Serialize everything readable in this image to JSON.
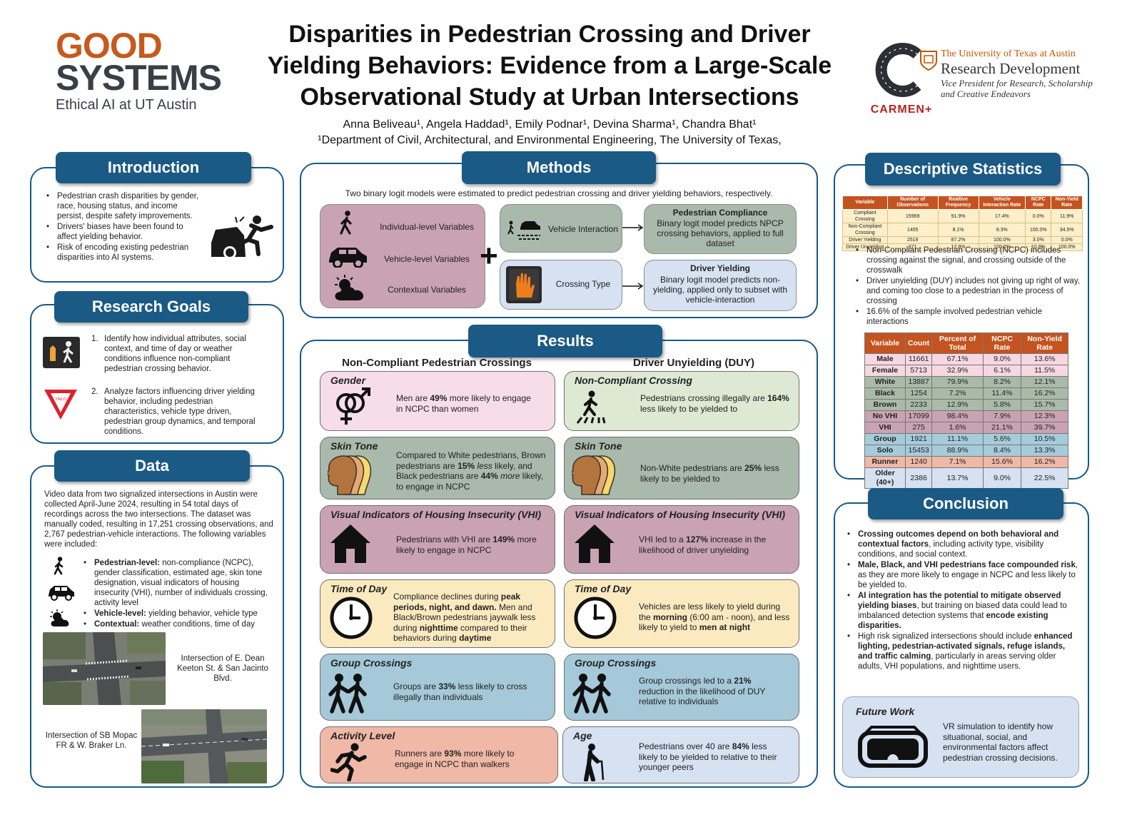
{
  "header": {
    "logo_left": {
      "line1": "GOOD",
      "line2": "SYSTEMS",
      "line3": "Ethical AI at UT Austin"
    },
    "title_lines": [
      "Disparities in Pedestrian Crossing and Driver",
      "Yielding Behaviors: Evidence from a Large-Scale",
      "Observational Study at Urban Intersections"
    ],
    "authors": "Anna Beliveau¹, Angela Haddad¹, Emily Podnar¹, Devina Sharma¹, Chandra Bhat¹",
    "affiliation": "¹Department of Civil, Architectural, and Environmental Engineering, The University of Texas,",
    "logo_carmen": "CARMEN+",
    "logo_ut": {
      "line1": "The University of Texas at Austin",
      "line2": "Research Development",
      "line3": "Vice President for Research, Scholarship",
      "line4": "and Creative Endeavors"
    }
  },
  "introduction": {
    "heading": "Introduction",
    "bullets": [
      "Pedestrian crash disparities by gender, race, housing status, and income persist, despite safety improvements.",
      "Drivers' biases have been found to affect yielding behavior.",
      "Risk of encoding existing pedestrian disparities into AI systems."
    ]
  },
  "research_goals": {
    "heading": "Research Goals",
    "goals": [
      {
        "num": "1.",
        "text": "Identify how individual attributes, social context, and time of day or weather conditions influence non-compliant pedestrian crossing behavior."
      },
      {
        "num": "2.",
        "text": "Analyze factors influencing driver yielding behavior, including pedestrian characteristics, vehicle type driven, pedestrian group dynamics, and temporal conditions."
      }
    ],
    "yield_sign_text": "YIELD"
  },
  "data": {
    "heading": "Data",
    "intro": "Video data from two signalized intersections in Austin were collected April-June 2024, resulting in 54 total days of recordings across the two intersections. The dataset was manually coded, resulting in 17,251 crossing observations, and 2,767 pedestrian-vehicle interactions. The following variables were included:",
    "items": [
      {
        "label": "Pedestrian-level:",
        "text": " non-compliance (NCPC), gender classification, estimated age, skin tone designation, visual indicators of housing insecurity (VHI), number of individuals crossing, activity level"
      },
      {
        "label": "Vehicle-level:",
        "text": " yielding behavior, vehicle type"
      },
      {
        "label": "Contextual:",
        "text": " weather conditions, time of day"
      }
    ],
    "site1": "Intersection of E. Dean Keeton St. & San Jacinto Blvd.",
    "site2": "Intersection of SB Mopac FR & W. Braker Ln."
  },
  "methods": {
    "heading": "Methods",
    "intro": "Two binary logit models were estimated to predict pedestrian crossing and driver yielding behaviors, respectively.",
    "vars": [
      "Individual-level Variables",
      "Vehicle-level Variables",
      "Contextual Variables"
    ],
    "plus": "+",
    "vehicle_interaction": "Vehicle Interaction",
    "crossing_type": "Crossing Type",
    "compliance_title": "Pedestrian Compliance",
    "compliance_text": "Binary logit model predicts NPCP crossing behaviors, applied to full dataset",
    "yield_title": "Driver Yielding",
    "yield_text": "Binary logit model predicts non-yielding, applied only to subset with vehicle-interaction"
  },
  "results": {
    "heading": "Results",
    "col_left": "Non-Compliant Pedestrian Crossings",
    "col_right": "Driver Unyielding (DUY)",
    "left": [
      {
        "title": "Gender",
        "parts": [
          "Men are ",
          "49%",
          " more likely to engage in NCPC than women"
        ]
      },
      {
        "title": "Skin Tone",
        "parts": [
          "Compared to White pedestrians, Brown pedestrians are ",
          "15%",
          " less",
          " likely, and Black pedestrians are ",
          "44%",
          " more",
          " likely, to engage in NCPC"
        ]
      },
      {
        "title": "Visual Indicators of Housing Insecurity (VHI)",
        "parts": [
          "Pedestrians with VHI are ",
          "149%",
          " more likely to engage in NCPC"
        ]
      },
      {
        "title": "Time of Day",
        "parts": [
          "Compliance declines during ",
          "peak periods, night, and dawn.",
          " Men and Black/Brown pedestrians jaywalk less during ",
          "nighttime",
          " compared to their behaviors during ",
          "daytime"
        ]
      },
      {
        "title": "Group Crossings",
        "parts": [
          "Groups are ",
          "33%",
          " less likely to cross illegally than individuals"
        ]
      },
      {
        "title": "Activity Level",
        "parts": [
          "Runners are ",
          "93%",
          " more likely to engage in NCPC than walkers"
        ]
      }
    ],
    "right": [
      {
        "title": "Non-Compliant Crossing",
        "parts": [
          "Pedestrians crossing illegally are ",
          "164%",
          " less likely to be yielded to"
        ]
      },
      {
        "title": "Skin Tone",
        "parts": [
          "Non-White pedestrians are ",
          "25%",
          " less likely to be yielded to"
        ]
      },
      {
        "title": "Visual Indicators of Housing Insecurity (VHI)",
        "parts": [
          "VHI led to a ",
          "127%",
          " increase in the likelihood of driver unyielding"
        ]
      },
      {
        "title": "Time of Day",
        "parts": [
          "Vehicles are less likely to yield during the ",
          "morning",
          " (6:00 am - noon), and less likely to yield to ",
          "men at night"
        ]
      },
      {
        "title": "Group Crossings",
        "parts": [
          "Group crossings led to a ",
          "21%",
          " reduction in the likelihood of DUY relative to individuals"
        ]
      },
      {
        "title": "Age",
        "parts": [
          "Pedestrians over 40 are ",
          "84%",
          " less likely to be yielded to relative to their younger peers"
        ]
      }
    ]
  },
  "descriptive": {
    "heading": "Descriptive Statistics",
    "table1": {
      "headers": [
        "Variable",
        "Number of Observations",
        "Realtive Frequency",
        "Vehicle Interaction Rate",
        "NCPC Rate",
        "Non-Yield Rate"
      ],
      "rows": [
        [
          "Compliant Crossing",
          "15969",
          "91.9%",
          "17.4%",
          "0.0%",
          "11.9%"
        ],
        [
          "Non-Compliant Crossing",
          "1405",
          "8.1%",
          "8.3%",
          "100.0%",
          "34.5%"
        ],
        [
          "Driver Yielding",
          "2519",
          "87.2%",
          "100.0%",
          "3.0%",
          "0.0%"
        ],
        [
          "Driver Unyielding",
          "371",
          "12.8%",
          "100.0%",
          "10.8%",
          "100.0%"
        ]
      ]
    },
    "bullets": [
      "Non-Compliant Pedestrian Crossing (NCPC) includes crossing against the signal, and crossing outside of the crosswalk",
      "Driver unyielding (DUY) includes not giving up right of way, and coming too close to a pedestrian in the process of crossing",
      "16.6% of the sample involved pedestrian vehicle interactions"
    ],
    "table2": {
      "headers": [
        "Variable",
        "Count",
        "Percent of Total",
        "NCPC Rate",
        "Non-Yield Rate"
      ],
      "rows": [
        [
          "Male",
          "11661",
          "67.1%",
          "9.0%",
          "13.6%"
        ],
        [
          "Female",
          "5713",
          "32.9%",
          "6.1%",
          "11.5%"
        ],
        [
          "White",
          "13887",
          "79.9%",
          "8.2%",
          "12.1%"
        ],
        [
          "Black",
          "1254",
          "7.2%",
          "11.4%",
          "16.2%"
        ],
        [
          "Brown",
          "2233",
          "12.9%",
          "5.8%",
          "15.7%"
        ],
        [
          "No VHI",
          "17099",
          "98.4%",
          "7.9%",
          "12.3%"
        ],
        [
          "VHI",
          "275",
          "1.6%",
          "21.1%",
          "39.7%"
        ],
        [
          "Group",
          "1921",
          "11.1%",
          "5.6%",
          "10.5%"
        ],
        [
          "Solo",
          "15453",
          "88.9%",
          "8.4%",
          "13.3%"
        ],
        [
          "Runner",
          "1240",
          "7.1%",
          "15.6%",
          "16.2%"
        ],
        [
          "Older (40+)",
          "2386",
          "13.7%",
          "9.0%",
          "22.5%"
        ]
      ]
    }
  },
  "conclusion": {
    "heading": "Conclusion",
    "bullets": [
      [
        "Crossing outcomes depend on both behavioral and contextual factors",
        ", including activity type, visibility conditions, and social context."
      ],
      [
        "Male, Black, and VHI pedestrians face compounded risk",
        ", as they are more likely to engage in NCPC and less likely to be yielded to."
      ],
      [
        "AI integration has the potential to mitigate observed yielding biases",
        ", but training on biased data could lead to imbalanced detection systems that ",
        "encode existing disparities."
      ],
      [
        "High risk signalized intersections should include ",
        "enhanced lighting, pedestrian-activated signals, refuge islands, and traffic calming",
        ", particularly in areas serving older adults, VHI populations, and nighttime users."
      ]
    ],
    "future_title": "Future Work",
    "future_text": "VR simulation to identify how situational, social, and environmental factors affect pedestrian crossing decisions."
  }
}
